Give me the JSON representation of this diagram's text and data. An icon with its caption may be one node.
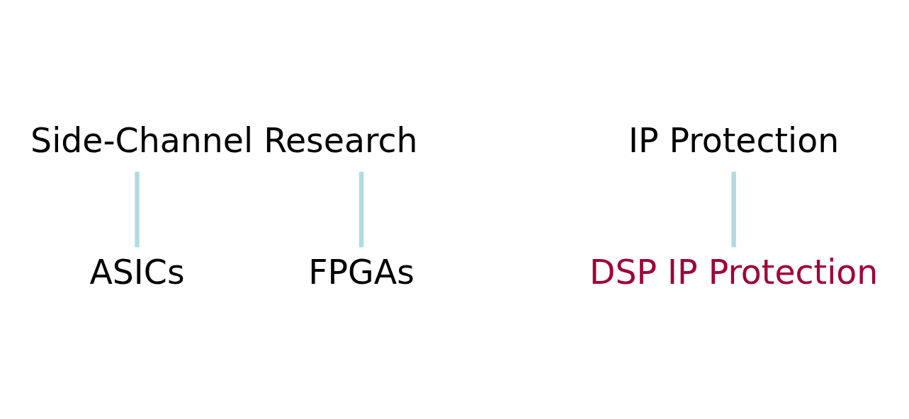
{
  "diagram": {
    "nodes": [
      {
        "text": [
          "Side-Channel Research"
        ]
      },
      {
        "text": [
          "ASICs"
        ]
      },
      {
        "text": [
          "FPGAs"
        ]
      },
      {
        "text": [
          "IP Protection"
        ]
      },
      {
        "text": [
          "DSP IP Protection"
        ]
      }
    ],
    "edges": [
      {
        "from": 0,
        "to": 1,
        "arrow": "none"
      },
      {
        "from": 0,
        "to": 2,
        "arrow": "none"
      },
      {
        "from": 3,
        "to": 4,
        "arrow": "none"
      }
    ]
  }
}
